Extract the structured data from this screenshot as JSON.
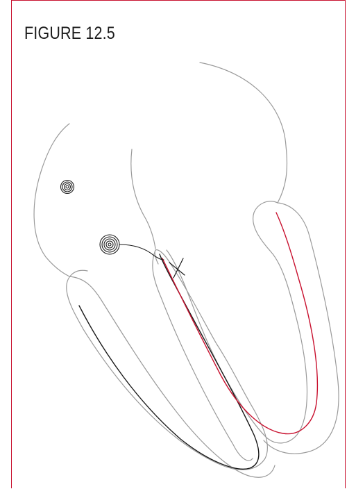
{
  "figure": {
    "title": "FIGURE 12.5"
  },
  "colors": {
    "frame": "#c8102e",
    "outline": "#9a9a9a",
    "left_path": "#1a1a1a",
    "right_path": "#c8102e",
    "node": "#1a1a1a"
  },
  "diagram": {
    "subject": "heart-conduction-pathway",
    "marks": [
      "sinoatrial-node",
      "atrioventricular-node",
      "block-cross"
    ]
  }
}
